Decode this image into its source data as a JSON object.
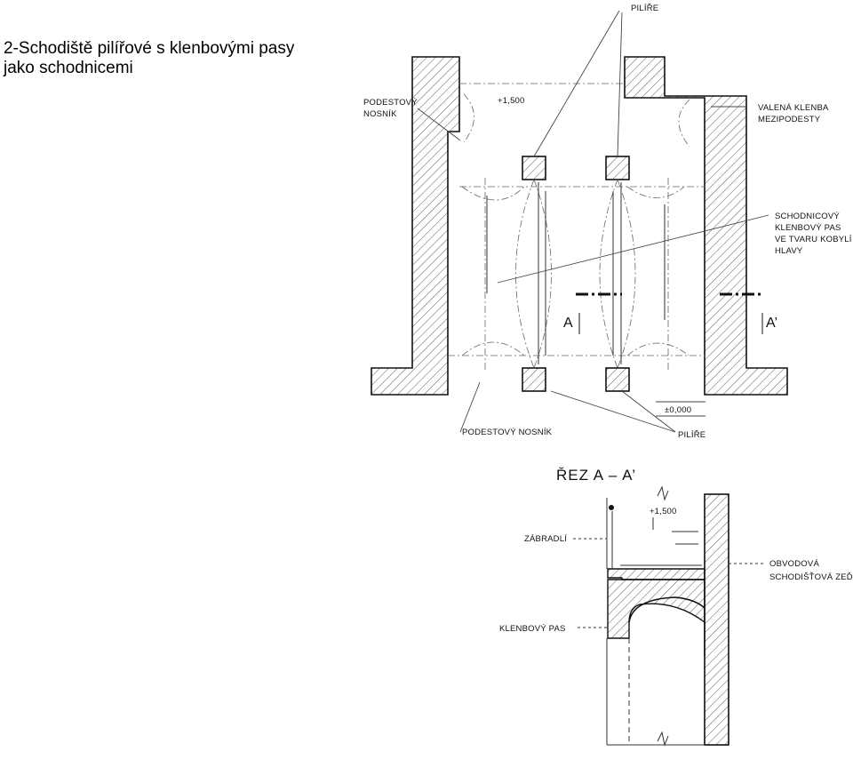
{
  "title": {
    "line1": "2-Schodiště pilířové s klenbovými pasy",
    "line2": "jako schodnicemi"
  },
  "plan": {
    "label_pilire_top": "PILÍŘE",
    "label_podestovy_nosnik_top_1": "PODESTOVÝ",
    "label_podestovy_nosnik_top_2": "NOSNÍK",
    "level_top": "+1,500",
    "label_valena_klenba_1": "VALENÁ KLENBA",
    "label_valena_klenba_2": "MEZIPODESTY",
    "label_schodnicovy_1": "SCHODNICOVÝ",
    "label_schodnicovy_2": "KLENBOVÝ PAS",
    "label_schodnicovy_3": "VE TVARU KOBYLÍ",
    "label_schodnicovy_4": "HLAVY",
    "section_mark_left": "A",
    "section_mark_right": "A’",
    "level_bottom": "±0,000",
    "label_podestovy_nosnik_bottom": "PODESTOVÝ NOSNÍK",
    "label_pilire_bottom": "PILÍŘE"
  },
  "section": {
    "heading": "ŘEZ A – A’",
    "level": "+1,500",
    "label_zabradli": "ZÁBRADLÍ",
    "label_obvodova_1": "OBVODOVÁ",
    "label_obvodova_2": "SCHODIŠŤOVÁ ZEĎ",
    "label_klenbovy_pas": "KLENBOVÝ PAS"
  }
}
